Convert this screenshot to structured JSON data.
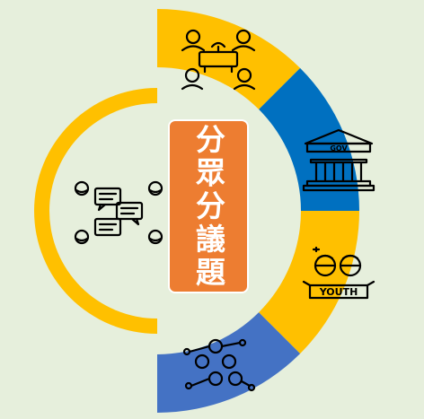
{
  "title": "分眾分議題",
  "segments": [
    {
      "name": "community-meeting",
      "color": "#ffc000"
    },
    {
      "name": "government",
      "color": "#0070c0"
    },
    {
      "name": "youth",
      "color": "#ffc000"
    },
    {
      "name": "network",
      "color": "#4472c4"
    }
  ],
  "youth_label": "YOUTH",
  "gov_label": "GOV",
  "ring_color": "#ffc000",
  "background": "#e6efdc",
  "accent": "#ed7d31"
}
